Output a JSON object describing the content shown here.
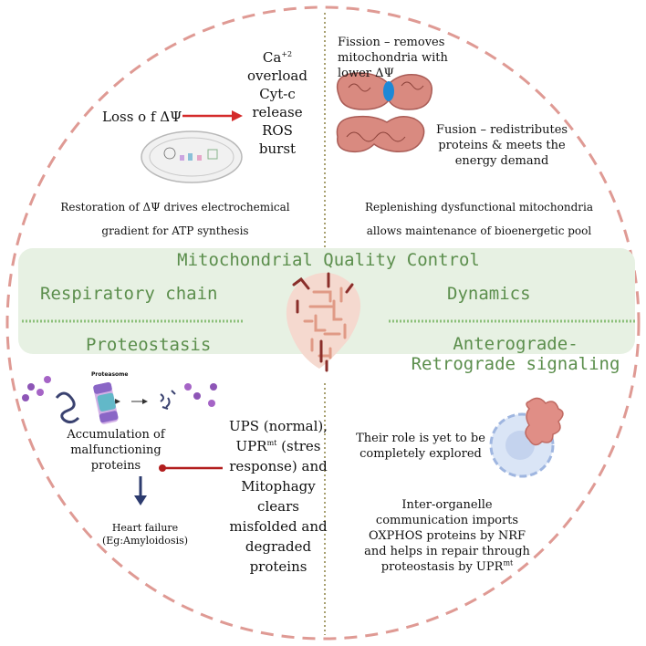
{
  "title": "Mitochondrial Quality Control",
  "categories": {
    "respiratory": "Respiratory chain",
    "dynamics": "Dynamics",
    "proteostasis": "Proteostasis",
    "signaling_line1": "Anterograde-",
    "signaling_line2": "Retrograde signaling"
  },
  "top_left": {
    "loss_label": "Loss o f ΔΨ",
    "effects": [
      "Ca",
      "+2",
      "overload",
      "Cyt-c",
      "release",
      "ROS burst"
    ],
    "restoration_line1": "Restoration of ΔΨ drives electrochemical",
    "restoration_line2": "gradient for ATP synthesis"
  },
  "top_right": {
    "fission_line1": "Fission – removes",
    "fission_line2": "mitochondria with",
    "fission_line3": "lower  ΔΨ",
    "fusion_line1": "Fusion – redistributes",
    "fusion_line2": "proteins & meets the",
    "fusion_line3": "energy demand",
    "replenish_line1": "Replenishing dysfunctional mitochondria",
    "replenish_line2": "allows maintenance of bioenergetic pool"
  },
  "bottom_left": {
    "proteasome_label": "Proteasome",
    "accumulation_line1": "Accumulation of",
    "accumulation_line2": "malfunctioning",
    "accumulation_line3": "proteins",
    "heart_failure_line1": "Heart failure",
    "heart_failure_line2": "(Eg:Amyloidosis)",
    "ups_line1": "UPS (normal),",
    "ups_line2_a": "UPR",
    "ups_line2_sup": "mt",
    "ups_line2_b": " (stres",
    "ups_line3": "response) and",
    "ups_line4": "Mitophagy",
    "ups_line5": "clears",
    "ups_line6": "misfolded and",
    "ups_line7": "degraded",
    "ups_line8": "proteins"
  },
  "bottom_right": {
    "role_line1": "Their role is yet to be",
    "role_line2": "completely explored",
    "comm_line1": "Inter-organelle",
    "comm_line2": "communication imports",
    "comm_line3": "OXPHOS proteins by NRF",
    "comm_line4_a": "and helps in repair through",
    "comm_line5_a": "proteostasis by UPR",
    "comm_line5_sup": "mt"
  },
  "colors": {
    "circle_dash": "#df9a94",
    "band_fill": "#e7f1e3",
    "band_text": "#5b8e4c",
    "arrow_red": "#d42a2a",
    "arrow_dark": "#2c3b6e",
    "mito_fill": "#d98a80"
  }
}
